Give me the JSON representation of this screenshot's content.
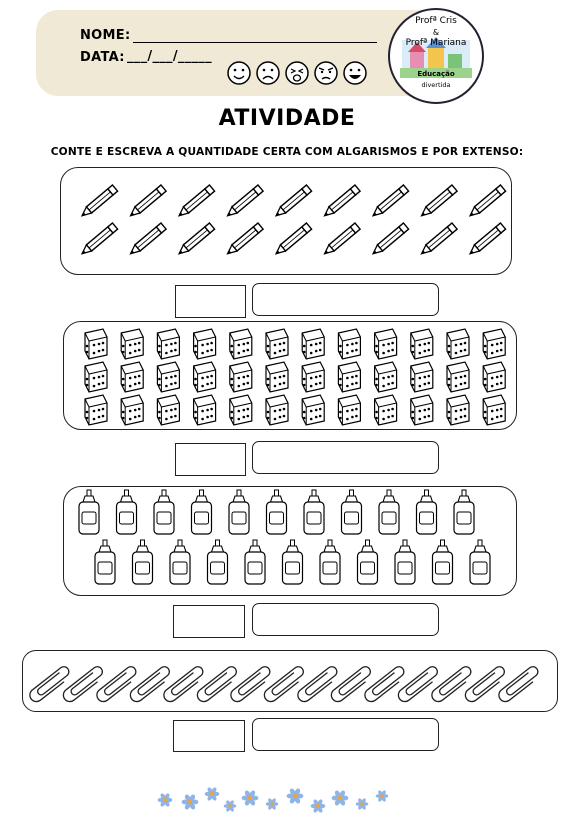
{
  "header": {
    "name_label": "NOME:",
    "date_label": "DATA:",
    "date_blanks": "___/___/_____",
    "emojis": [
      "smile-face-icon",
      "sad-face-icon",
      "crying-face-icon",
      "angry-face-icon",
      "happy-face-icon"
    ],
    "logo": {
      "line1": "Profª Cris",
      "line2": "&",
      "line3": "Profª Mariana",
      "line4": "Educação",
      "line5": "divertida"
    }
  },
  "title": "ATIVIDADE",
  "instruction": "CONTE E ESCREVA A QUANTIDADE CERTA COM ALGARISMOS E POR EXTENSO:",
  "sections": [
    {
      "item": "pencil-icon",
      "rows": [
        9,
        9
      ],
      "answer_number": "",
      "answer_words": ""
    },
    {
      "item": "dice-icon",
      "rows": [
        12,
        12,
        12
      ],
      "answer_number": "",
      "answer_words": ""
    },
    {
      "item": "glue-bottle-icon",
      "rows": [
        11,
        11
      ],
      "answer_number": "",
      "answer_words": ""
    },
    {
      "item": "paper-clip-icon",
      "rows": [
        15
      ],
      "answer_number": "",
      "answer_words": ""
    }
  ],
  "colors": {
    "header_bg": "#f0e9d6",
    "flower": "#8fb4e6",
    "flower_center": "#f0a23a"
  }
}
